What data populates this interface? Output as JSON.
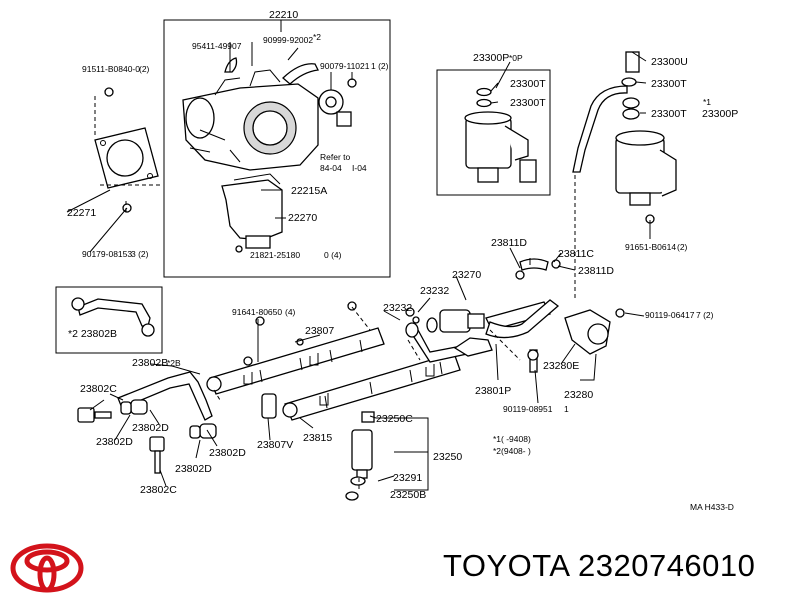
{
  "labels": {
    "l22210": "22210",
    "l95411": "95411-49907",
    "l90999": "90999-92002",
    "l90999n": "*2",
    "l91511": "91511-B0840-0",
    "l91511n": "(2)",
    "l90079": "90079-11021",
    "l90079n": "1  (2)",
    "refer1": "Refer to",
    "refer2": "84-04",
    "refer3": "I-04",
    "l22215a": "22215A",
    "l22271": "22271",
    "l22270": "22270",
    "l90179": "90179-08153",
    "l90179n": "3  (2)",
    "l21821": "21821-25180",
    "l21821n": "0  (4)",
    "l23300p_top": "23300P",
    "l23300p_top_n": "*0P",
    "l23300t_1": "23300T",
    "l23300t_2": "23300T",
    "l23300u": "23300U",
    "l23300t_3": "23300T",
    "l23300t_4": "23300T",
    "l23300p_r_n": "*1",
    "l23300p_r": "23300P",
    "l91651": "91651-B0614",
    "l91651n": "(2)",
    "l23811d_a": "23811D",
    "l23811c": "23811C",
    "l23811d_b": "23811D",
    "l23270": "23270",
    "l23232": "23232",
    "l23232b": "23232",
    "l91641": "91641-80650",
    "l91641n": "(4)",
    "l23807": "23807",
    "l23802b_box": "*2 23802B",
    "l23802b": "23802B",
    "l23802b_n": "*2B",
    "l23802c_a": "23802C",
    "l23802d_a": "23802D",
    "l23802d_b": "23802D",
    "l23802d_c": "23802D",
    "l23802d_d": "23802D",
    "l23802c_b": "23802C",
    "l23807v": "23807V",
    "l23815": "23815",
    "l23250c": "23250C",
    "l23250": "23250",
    "l23291": "23291",
    "l23250b": "23250B",
    "l23801p": "23801P",
    "l90119_a": "90119-08951",
    "l90119_an": "1",
    "l23280e": "23280E",
    "l23280": "23280",
    "l90119_b": "90119-06417",
    "l90119_bn": "7  (2)",
    "note1": "*1(       -9408)",
    "note2": "*2(9408-        )",
    "diagram_code": "MA  H433-D"
  },
  "brand": {
    "caption": "TOYOTA 2320746010",
    "logo_color": "#d3131b"
  }
}
